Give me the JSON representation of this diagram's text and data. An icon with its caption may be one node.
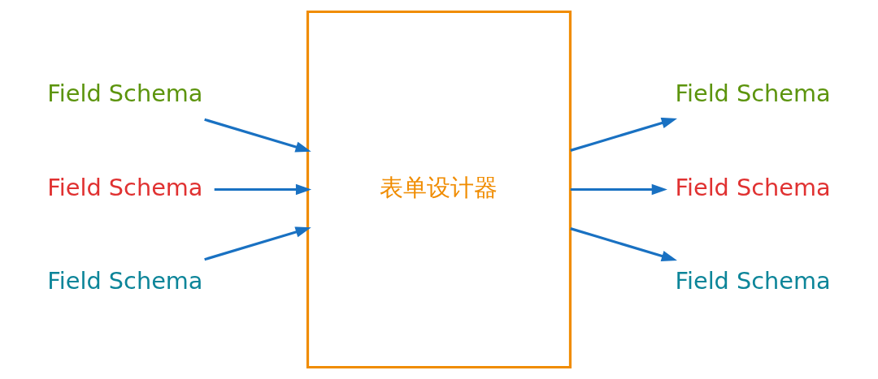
{
  "diagram": {
    "nodes": [
      {
        "text": [
          "Field Schema"
        ]
      },
      {
        "text": [
          "Field Schema"
        ]
      },
      {
        "text": [
          "Field Schema"
        ]
      },
      {
        "text": [
          "表单设计器"
        ]
      },
      {
        "text": [
          "Field Schema"
        ]
      },
      {
        "text": [
          "Field Schema"
        ]
      },
      {
        "text": [
          "Field Schema"
        ]
      }
    ],
    "edges": [
      {
        "from": 0,
        "to": 3,
        "arrow": "to"
      },
      {
        "from": 1,
        "to": 3,
        "arrow": "to"
      },
      {
        "from": 2,
        "to": 3,
        "arrow": "to"
      },
      {
        "from": 3,
        "to": 4,
        "arrow": "to"
      },
      {
        "from": 3,
        "to": 5,
        "arrow": "to"
      },
      {
        "from": 3,
        "to": 6,
        "arrow": "to"
      }
    ]
  }
}
